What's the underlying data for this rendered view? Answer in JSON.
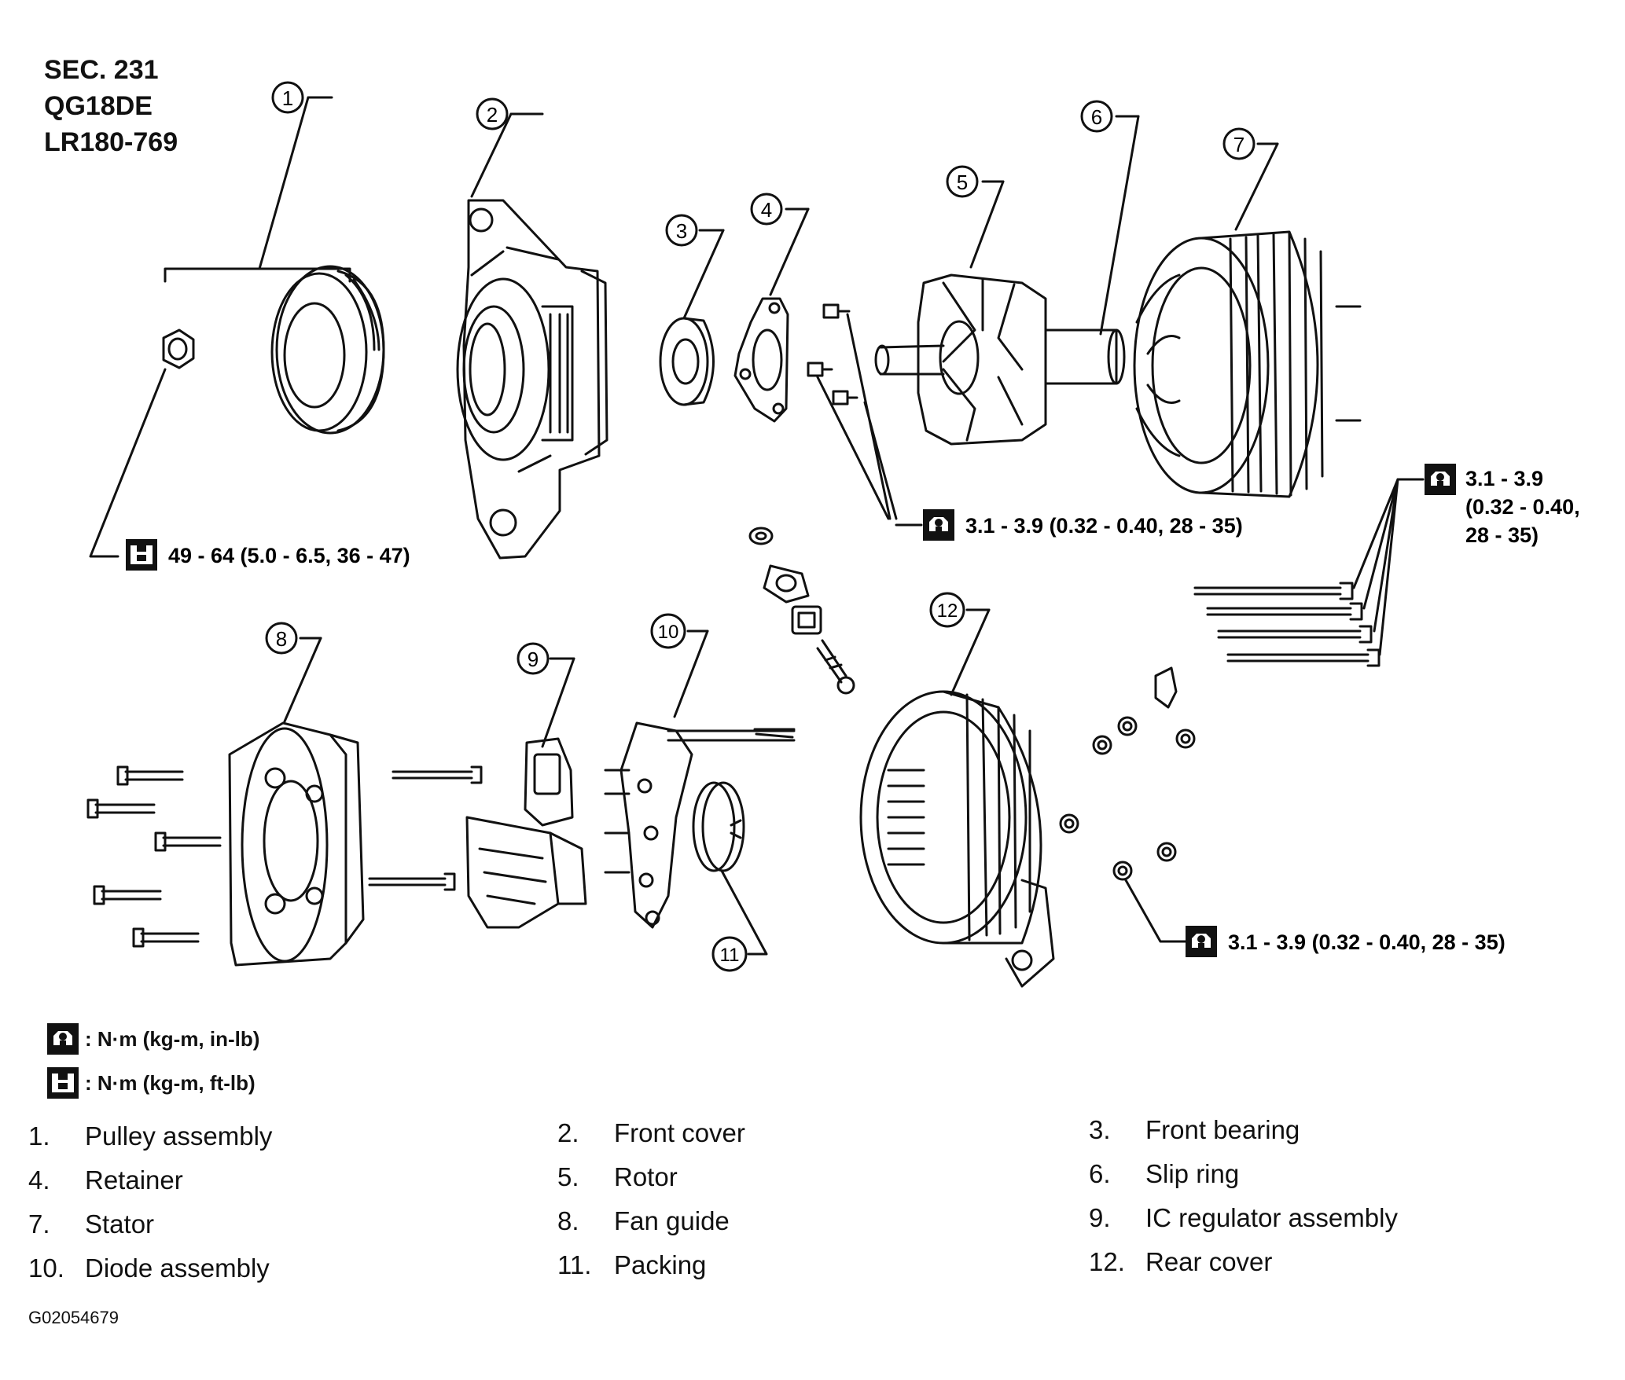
{
  "header": {
    "sec": "SEC. 231",
    "engine": "QG18DE",
    "model": "LR180-769"
  },
  "callouts": [
    "1",
    "2",
    "3",
    "4",
    "5",
    "6",
    "7",
    "8",
    "9",
    "10",
    "11",
    "12"
  ],
  "torque_specs": {
    "pulley_nut": "49 - 64 (5.0 - 6.5, 36 - 47)",
    "retainer_screws": "3.1 - 3.9 (0.32 - 0.40, 28 - 35)",
    "through_bolts_line1": "3.1 - 3.9",
    "through_bolts_line2": "(0.32 - 0.40,",
    "through_bolts_line3": "28 - 35)",
    "rear_cover_nuts": "3.1 - 3.9 (0.32 - 0.40, 28 - 35)"
  },
  "legend": {
    "inlb": ": N·m (kg-m, in-lb)",
    "ftlb": ": N·m (kg-m, ft-lb)"
  },
  "parts": [
    {
      "num": "1.",
      "name": "Pulley assembly"
    },
    {
      "num": "2.",
      "name": "Front cover"
    },
    {
      "num": "3.",
      "name": "Front bearing"
    },
    {
      "num": "4.",
      "name": "Retainer"
    },
    {
      "num": "5.",
      "name": "Rotor"
    },
    {
      "num": "6.",
      "name": "Slip ring"
    },
    {
      "num": "7.",
      "name": "Stator"
    },
    {
      "num": "8.",
      "name": "Fan guide"
    },
    {
      "num": "9.",
      "name": "IC regulator assembly"
    },
    {
      "num": "10.",
      "name": "Diode assembly"
    },
    {
      "num": "11.",
      "name": "Packing"
    },
    {
      "num": "12.",
      "name": "Rear cover"
    }
  ],
  "figure_id": "G02054679"
}
